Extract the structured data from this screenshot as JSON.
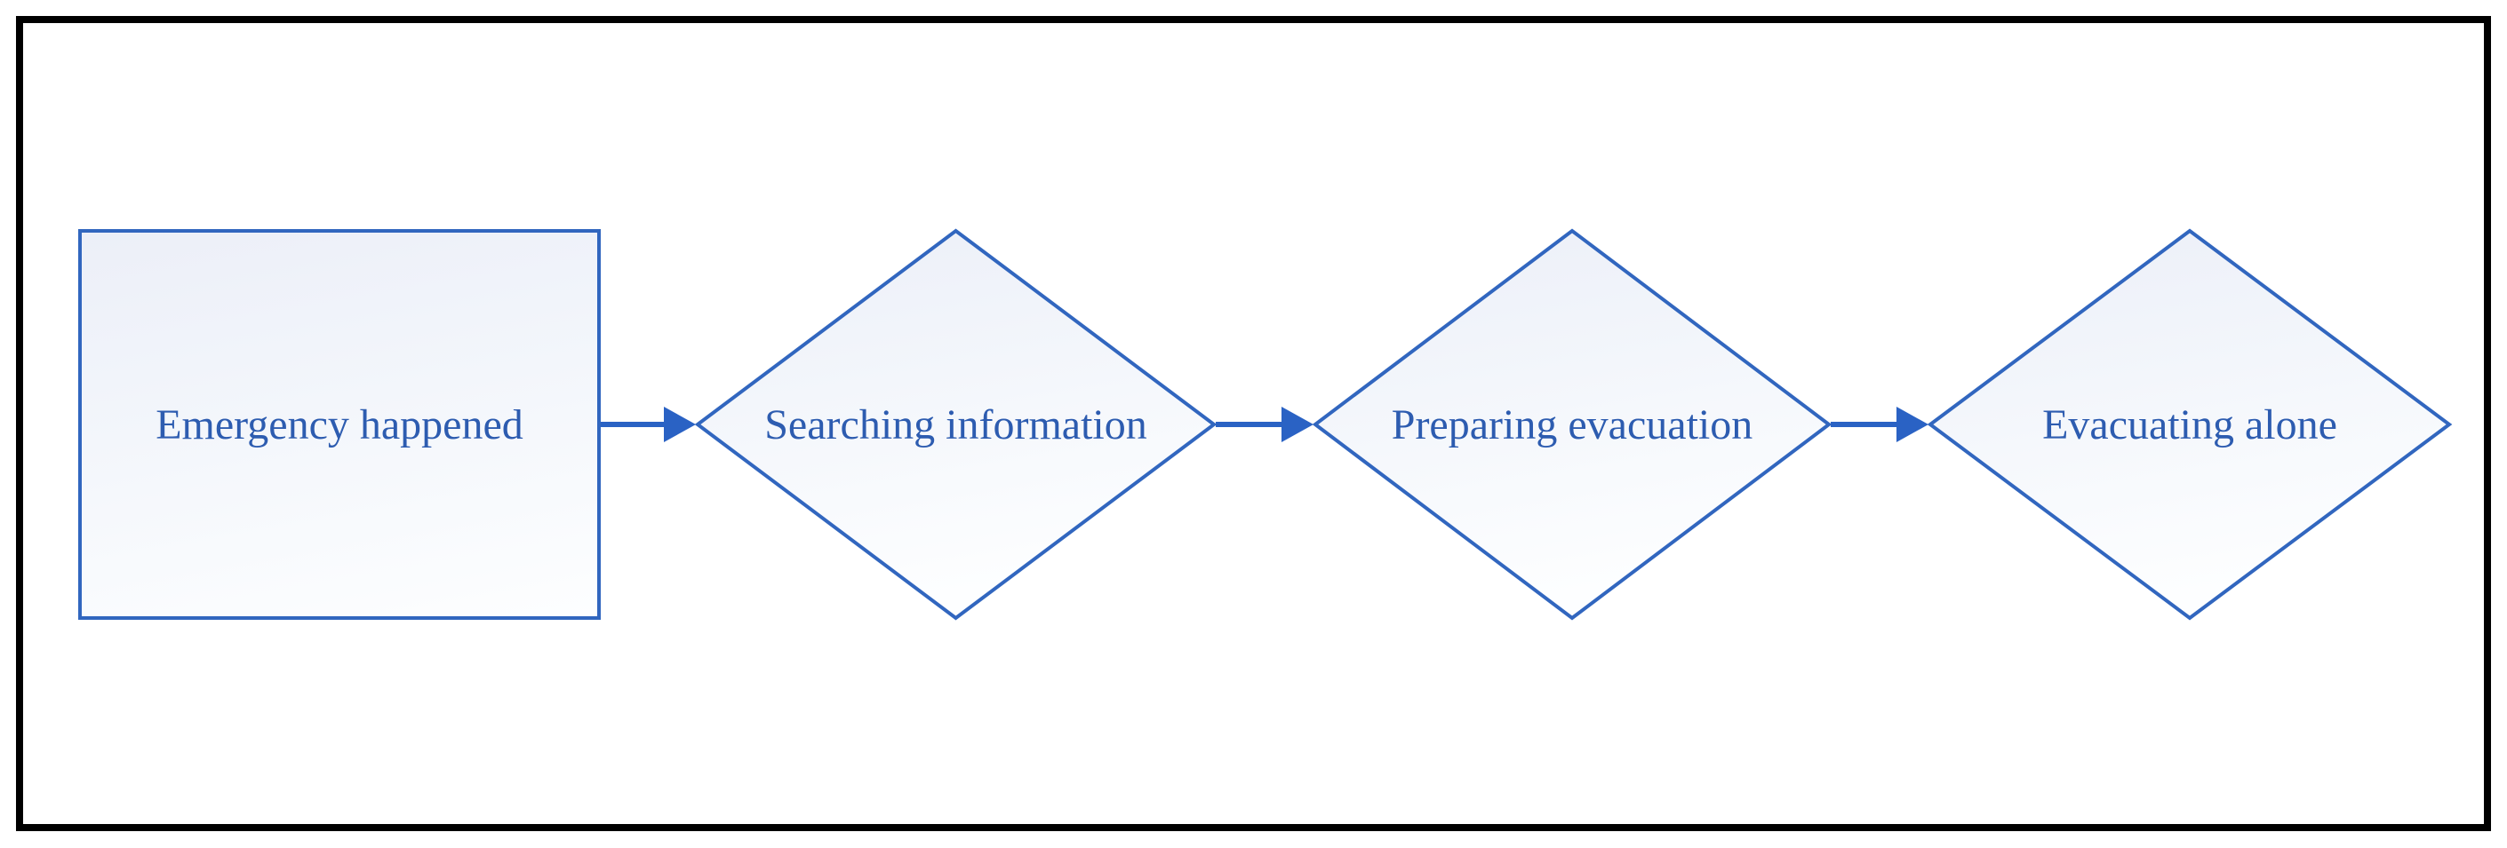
{
  "diagram": {
    "type": "flowchart",
    "colors": {
      "frame": "#000000",
      "stroke": "#3166bf",
      "arrow": "#2a62c4",
      "text": "#2d5cb0",
      "fill_top": "#eceff8",
      "fill_bottom": "#fdfeff",
      "background": "#ffffff"
    },
    "nodes": [
      {
        "shape": "rectangle",
        "label": "Emergency happened"
      },
      {
        "shape": "diamond",
        "label": "Searching information"
      },
      {
        "shape": "diamond",
        "label": "Preparing evacuation"
      },
      {
        "shape": "diamond",
        "label": "Evacuating alone"
      }
    ],
    "connectors": [
      {
        "from": "Emergency happened",
        "to": "Searching information"
      },
      {
        "from": "Searching information",
        "to": "Preparing evacuation"
      },
      {
        "from": "Preparing evacuation",
        "to": "Evacuating alone"
      }
    ]
  }
}
